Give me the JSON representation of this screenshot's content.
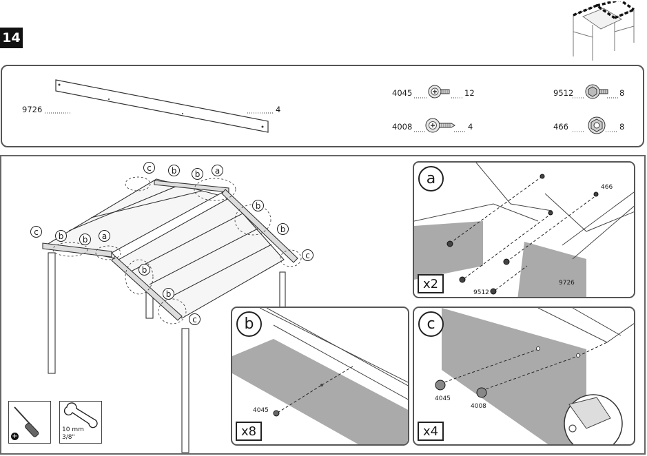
{
  "step_number": "14",
  "parts": {
    "panel": {
      "code": "9726",
      "qty": "4"
    },
    "hardware": [
      {
        "code": "4045",
        "qty": "12",
        "icon": "washer-head-screw-short-icon"
      },
      {
        "code": "4008",
        "qty": "4",
        "icon": "washer-head-screw-long-icon"
      },
      {
        "code": "9512",
        "qty": "8",
        "icon": "hex-bolt-icon"
      },
      {
        "code": "466",
        "qty": "8",
        "icon": "hex-nut-icon"
      }
    ]
  },
  "callout_labels": {
    "top_row": [
      "c",
      "b",
      "b",
      "a"
    ],
    "right_edge": [
      "b",
      "b",
      "c"
    ],
    "left_row": [
      "c",
      "b",
      "b",
      "a"
    ],
    "front_edge": [
      "b",
      "b",
      "c"
    ]
  },
  "tools": {
    "screwdriver": {
      "icon": "phillips-screwdriver-icon",
      "badge_icon": "plus-badge-icon"
    },
    "wrench": {
      "icon": "wrench-icon",
      "size_mm": "10 mm",
      "size_in": "3/8\""
    }
  },
  "insets": {
    "a": {
      "letter": "a",
      "qty": "x2",
      "labels": {
        "nut": "466",
        "bolt": "9512",
        "panel": "9726"
      }
    },
    "b": {
      "letter": "b",
      "qty": "x8",
      "labels": {
        "screw": "4045"
      }
    },
    "c": {
      "letter": "c",
      "qty": "x4",
      "labels": {
        "screw_short": "4045",
        "screw_long": "4008"
      }
    }
  }
}
